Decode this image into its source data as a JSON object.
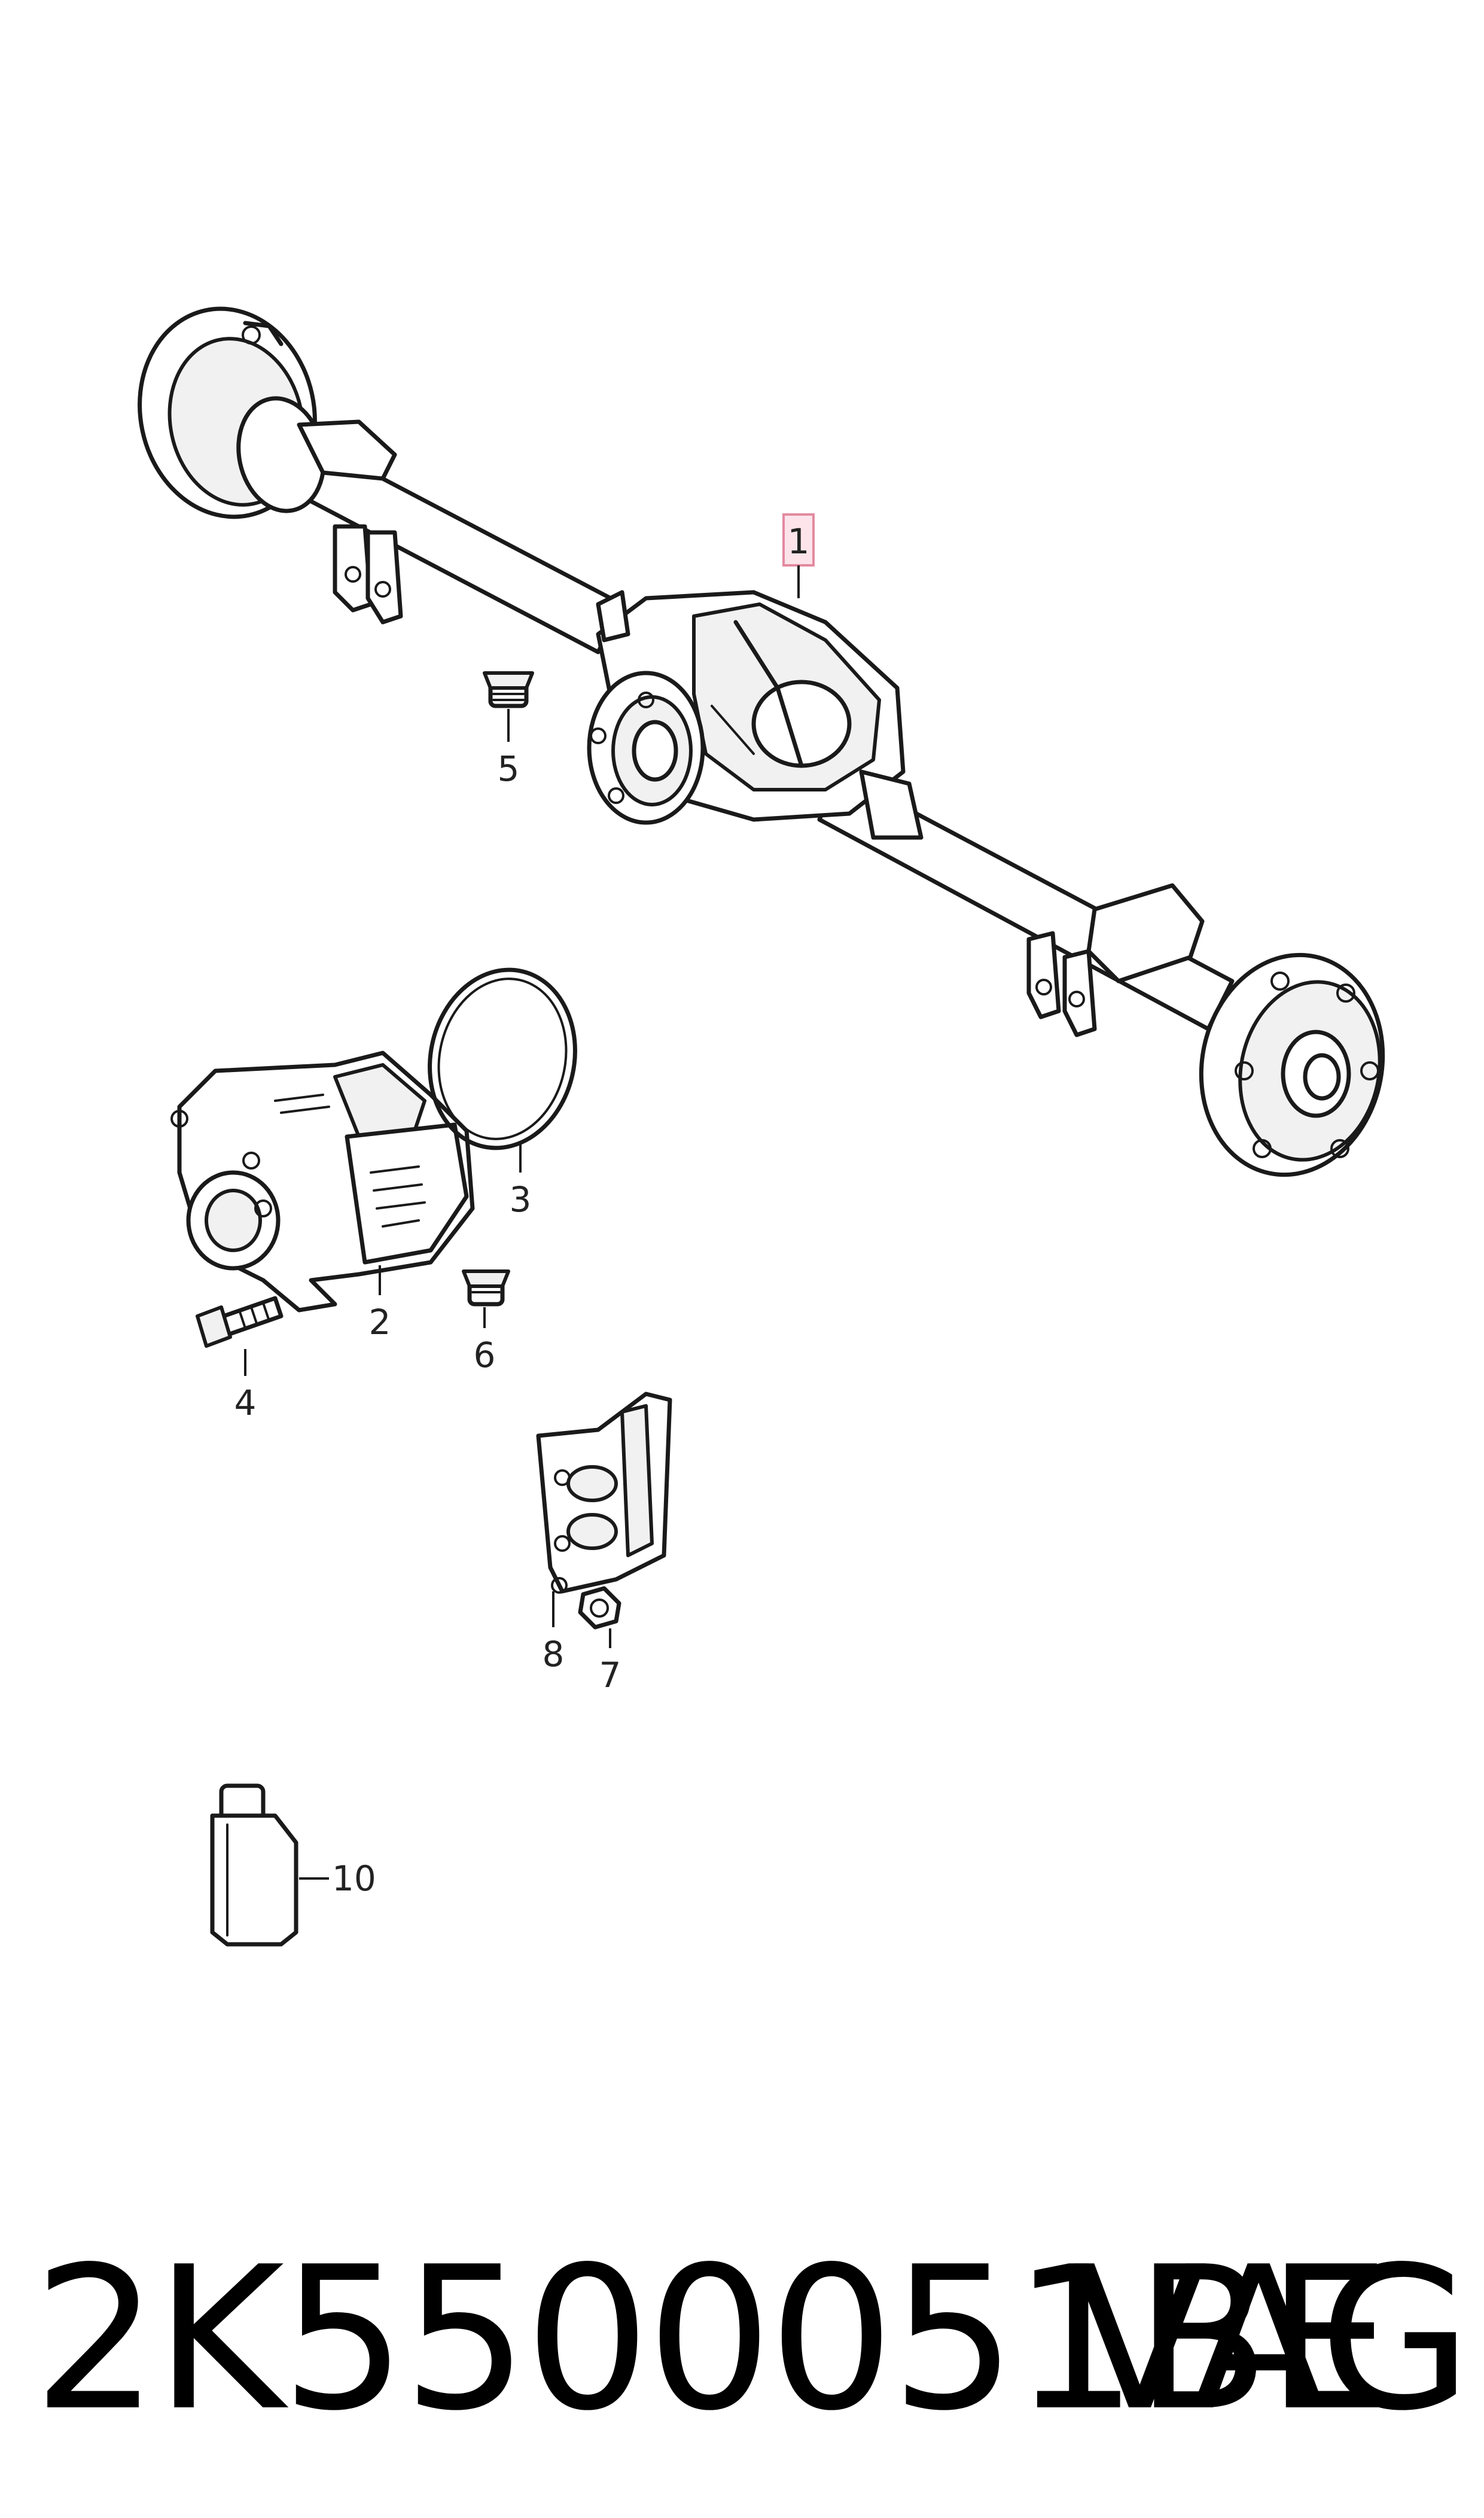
{
  "callouts": [
    {
      "id": "1",
      "label": "1",
      "highlighted": true
    },
    {
      "id": "2",
      "label": "2"
    },
    {
      "id": "3",
      "label": "3"
    },
    {
      "id": "4",
      "label": "4"
    },
    {
      "id": "5",
      "label": "5"
    },
    {
      "id": "6",
      "label": "6"
    },
    {
      "id": "7",
      "label": "7"
    },
    {
      "id": "8",
      "label": "8"
    },
    {
      "id": "10",
      "label": "10"
    }
  ],
  "footer": {
    "part_number": "2K5500051BE",
    "brand": "VAG"
  },
  "colors": {
    "line": "#1a1a1a",
    "highlight_fill": "#fde4ea",
    "highlight_stroke": "#e38aa0"
  }
}
